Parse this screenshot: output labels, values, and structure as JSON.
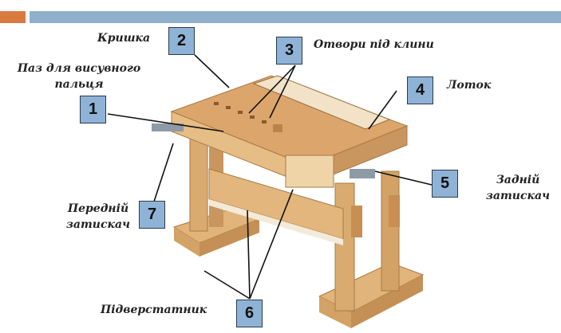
{
  "header": {
    "accent_color": "#d97b40",
    "bar_color": "#8fb0cc"
  },
  "labels": {
    "lid": "Кришка",
    "groove_line1": "Паз для висувного",
    "groove_line2": "пальця",
    "holes": "Отвори під клини",
    "tray": "Лоток",
    "rear_clamp_line1": "Задній",
    "rear_clamp_line2": "затискач",
    "front_clamp_line1": "Передній",
    "front_clamp_line2": "затискач",
    "base": "Підверстатник"
  },
  "numbers": [
    "1",
    "2",
    "3",
    "4",
    "5",
    "6",
    "7"
  ]
}
